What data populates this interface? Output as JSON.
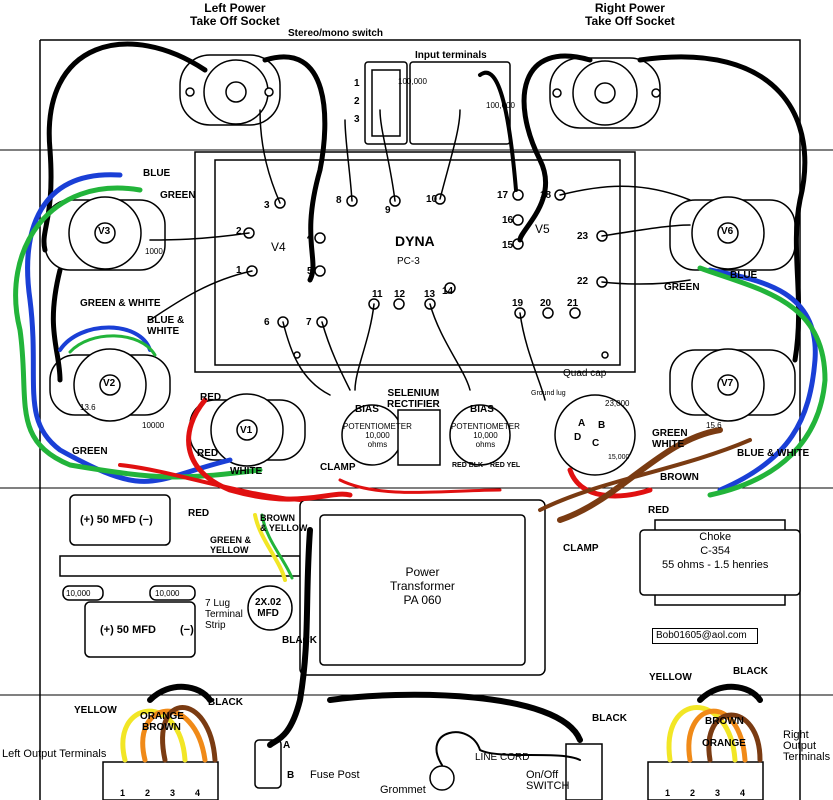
{
  "labels": {
    "left_socket_line1": "Left Power",
    "left_socket_line2": "Take Off Socket",
    "right_socket_line1": "Right Power",
    "right_socket_line2": "Take Off Socket",
    "stereo_mono": "Stereo/mono switch",
    "input_terminals": "Input terminals",
    "switch_numbers": [
      "1",
      "2",
      "3"
    ],
    "dyna": "DYNA",
    "pc3": "PC-3",
    "v4": "V4",
    "v5": "V5",
    "tubes": [
      "V1",
      "V2",
      "V3",
      "V6",
      "V7"
    ],
    "tube_caps": [
      "13.6",
      "1000",
      "10000",
      "15.6"
    ],
    "terminals": [
      "1",
      "2",
      "3",
      "4",
      "5",
      "6",
      "7",
      "8",
      "9",
      "10",
      "11",
      "12",
      "13",
      "14",
      "15",
      "16",
      "17",
      "18",
      "19",
      "20",
      "21",
      "22",
      "23"
    ],
    "selenium_line1": "SELENIUM",
    "selenium_line2": "RECTIFIER",
    "bias_left": "BIAS",
    "bias_right": "BIAS",
    "pot_line1": "POTENTIOMETER",
    "pot_line2": "10,000",
    "pot_line3": "ohms",
    "quad_cap": "Quad cap",
    "ground_lug": "Ground lug",
    "quad_cap_value": "23,000",
    "quad_cap_value2": "15,000",
    "quad_letters": [
      "A",
      "B",
      "C",
      "D"
    ],
    "cap_top": "(+) 50 MFD (−)",
    "cap_bottom": "(+) 50 MFD",
    "cap_bottom_minus": "(−)",
    "resistor_10000": "10,000",
    "cap_2x02_line1": "2X.02",
    "cap_2x02_line2": "MFD",
    "seven_lug_line1": "7 Lug",
    "seven_lug_line2": "Terminal",
    "seven_lug_line3": "Strip",
    "power_transformer_line1": "Power",
    "power_transformer_line2": "Transformer",
    "power_transformer_line3": "PA 060",
    "choke_line1": "Choke",
    "choke_line2": "C-354",
    "choke_line3": "55 ohms - 1.5 henries",
    "email": "Bob01605@aol.com",
    "clamp": "CLAMP",
    "clamp2": "CLAMP",
    "fuse_post": "Fuse Post",
    "grommet": "Grommet",
    "line_cord": "LINE CORD",
    "on_off_line1": "On/Off",
    "on_off_line2": "SWITCH",
    "left_output": "Left Output Terminals",
    "right_output_line1": "Right",
    "right_output_line2": "Output",
    "right_output_line3": "Terminals",
    "wire_blue": "BLUE",
    "wire_green": "GREEN",
    "wire_green_white": "GREEN & WHITE",
    "wire_blue_white_1": "BLUE &",
    "wire_blue_white_2": "WHITE",
    "wire_green_left": "GREEN",
    "wire_red1": "RED",
    "wire_red2": "RED",
    "wire_red3": "RED",
    "wire_white": "WHITE",
    "wire_brown_yellow_1": "BROWN",
    "wire_brown_yellow_2": "& YELLOW",
    "wire_green_yellow_1": "GREEN &",
    "wire_green_yellow_2": "YELLOW",
    "wire_red_blk": "RED BLK",
    "wire_red_yel": "RED YEL",
    "wire_black_pt": "BLACK",
    "wire_yellow_l": "YELLOW",
    "wire_black_l": "BLACK",
    "wire_orange_l": "ORANGE",
    "wire_brown_l": "BROWN",
    "wire_black_bottom": "BLACK",
    "wire_yellow_r": "YELLOW",
    "wire_black_r": "BLACK",
    "wire_brown_r": "BROWN",
    "wire_orange_r": "ORANGE",
    "wire_green_r": "GREEN",
    "wire_blue_r": "BLUE",
    "wire_green_white_r_1": "GREEN",
    "wire_green_white_r_2": "WHITE",
    "wire_blue_white_r": "BLUE & WHITE",
    "wire_brown_r2": "BROWN",
    "wire_red_r": "RED",
    "fuse_a": "A",
    "fuse_b": "B",
    "output_numbers": [
      "1",
      "2",
      "3",
      "4"
    ],
    "input_res_1": "100,000",
    "input_res_2": "100,000"
  },
  "colors": {
    "black": "#000000",
    "blue": "#1a3fd6",
    "green": "#22b43a",
    "red": "#e01010",
    "brown": "#7a3b12",
    "orange": "#f08a18",
    "yellow": "#f2e626",
    "white": "#ffffff"
  }
}
